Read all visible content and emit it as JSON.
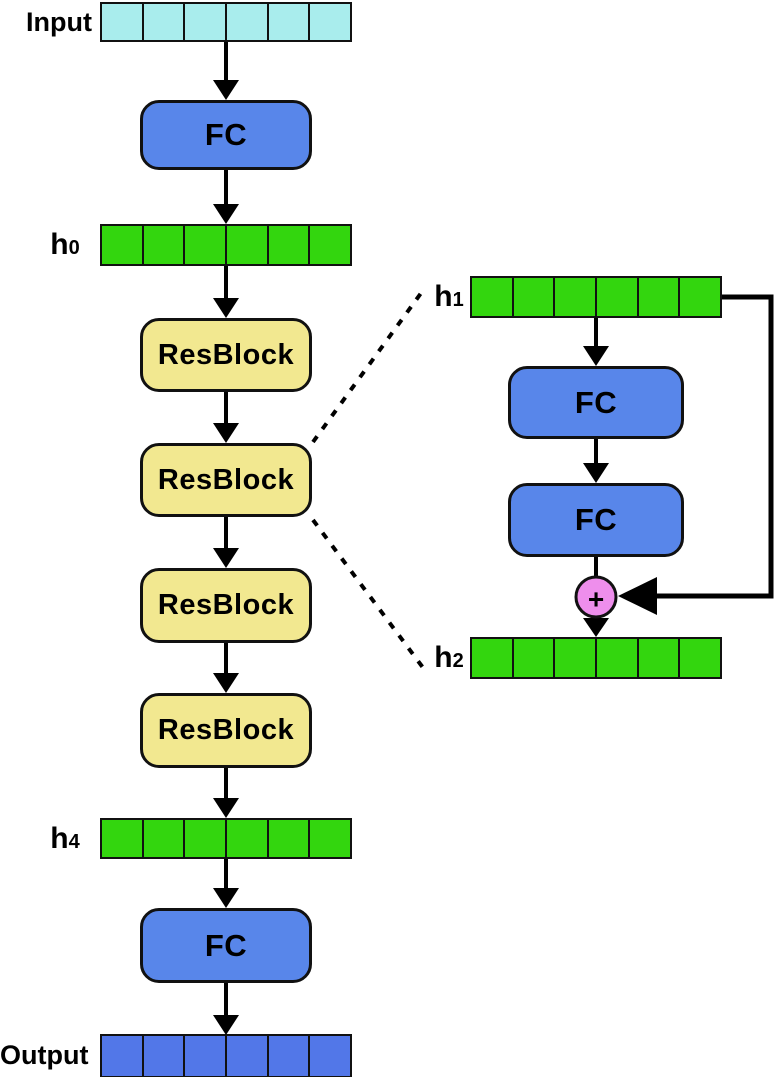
{
  "colors": {
    "input_fill": "#A9EDED",
    "hidden_fill": "#33D60E",
    "fc_fill": "#5886EA",
    "res_fill": "#F2E890",
    "sum_fill": "#EE8EEC",
    "output_fill": "#5277E8",
    "stroke": "#000000",
    "border": "#111111"
  },
  "bars": {
    "segments": 6
  },
  "main_path": {
    "input_label": "Input",
    "fc_top_label": "FC",
    "h0_label": {
      "base": "h",
      "sub": "0"
    },
    "resblocks": [
      {
        "label": "ResBlock"
      },
      {
        "label": "ResBlock"
      },
      {
        "label": "ResBlock"
      },
      {
        "label": "ResBlock"
      }
    ],
    "h4_label": {
      "base": "h",
      "sub": "4"
    },
    "fc_bottom_label": "FC",
    "output_label": "Output"
  },
  "detail_panel": {
    "h1_label": {
      "base": "h",
      "sub": "1"
    },
    "fc1_label": "FC",
    "fc2_label": "FC",
    "sum_label": "+",
    "h2_label": {
      "base": "h",
      "sub": "2"
    }
  }
}
